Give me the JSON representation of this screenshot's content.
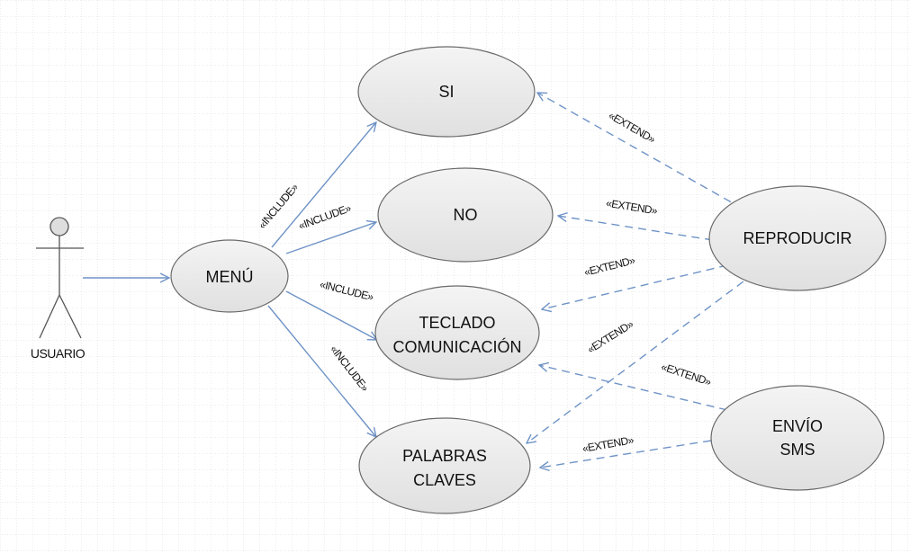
{
  "diagram": {
    "type": "use-case",
    "colors": {
      "grid": "#cfcfcf",
      "ellipse_fill": "#e6e6e6",
      "ellipse_stroke": "#6a6a6a",
      "connector": "#6f93c6",
      "actor": "#555555"
    },
    "actor": {
      "label": "USUARIO"
    },
    "use_cases": {
      "menu": [
        "MENÚ"
      ],
      "si": [
        "SI"
      ],
      "no": [
        "NO"
      ],
      "teclado": [
        "TECLADO",
        "COMUNICACIÓN"
      ],
      "palabras": [
        "PALABRAS",
        "CLAVES"
      ],
      "reproducir": [
        "REPRODUCIR"
      ],
      "envio": [
        "ENVÍO",
        "SMS"
      ]
    },
    "relations": {
      "include": "«INCLUDE»",
      "extend": "«EXTEND»"
    }
  }
}
